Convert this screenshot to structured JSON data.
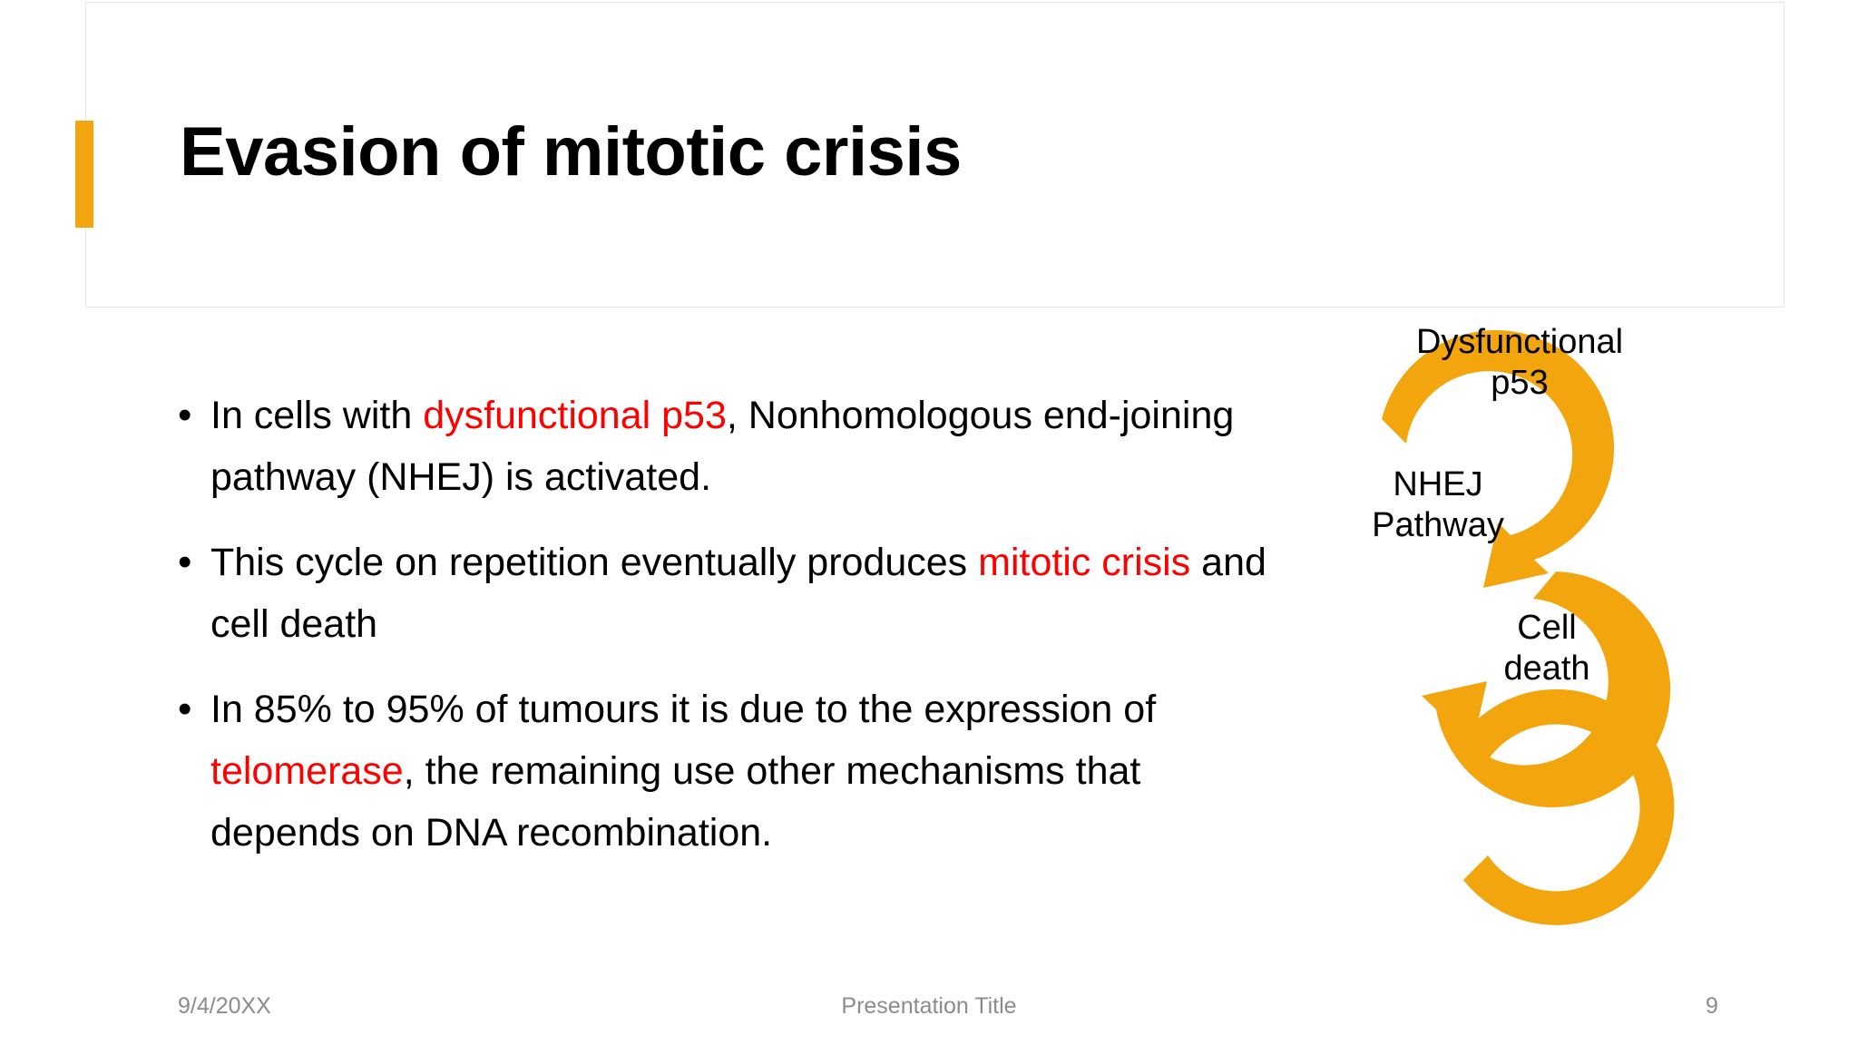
{
  "slide": {
    "title": "Evasion of mitotic crisis",
    "accent_color": "#F2A50C",
    "highlight_color": "#FF0000",
    "text_color": "#000000",
    "footer_color": "#8C8C8C"
  },
  "body": {
    "bullet_marker": "•",
    "bullets": [
      {
        "id": "bullet-nhej-activation",
        "segments": [
          {
            "text": "In cells with ",
            "highlight": false
          },
          {
            "text": "dysfunctional p53",
            "highlight": true
          },
          {
            "text": ", Nonhomologous end-joining pathway (NHEJ) is activated.",
            "highlight": false
          }
        ]
      },
      {
        "id": "bullet-mitotic-crisis",
        "segments": [
          {
            "text": "This cycle on repetition eventually produces ",
            "highlight": false
          },
          {
            "text": "mitotic crisis",
            "highlight": true
          },
          {
            "text": " and cell death",
            "highlight": false
          }
        ]
      },
      {
        "id": "bullet-telomerase",
        "segments": [
          {
            "text": "In 85% to 95% of tumours it is due to the expression of ",
            "highlight": false
          },
          {
            "text": "telomerase",
            "highlight": true
          },
          {
            "text": ", the remaining use other mechanisms that depends on DNA recombination.",
            "highlight": false
          }
        ]
      }
    ]
  },
  "diagram": {
    "name": "mitotic-crisis-cycle",
    "arrow_color": "#F2A50C",
    "nodes": [
      {
        "id": "node-dysfunctional-p53",
        "line1": "Dysfunctional",
        "line2": "p53"
      },
      {
        "id": "node-nhej-pathway",
        "line1": "NHEJ",
        "line2": "Pathway"
      },
      {
        "id": "node-cell-death",
        "line1": "Cell",
        "line2": "death"
      }
    ]
  },
  "footer": {
    "date": "9/4/20XX",
    "presentation_title": "Presentation Title",
    "page_number": "9"
  }
}
